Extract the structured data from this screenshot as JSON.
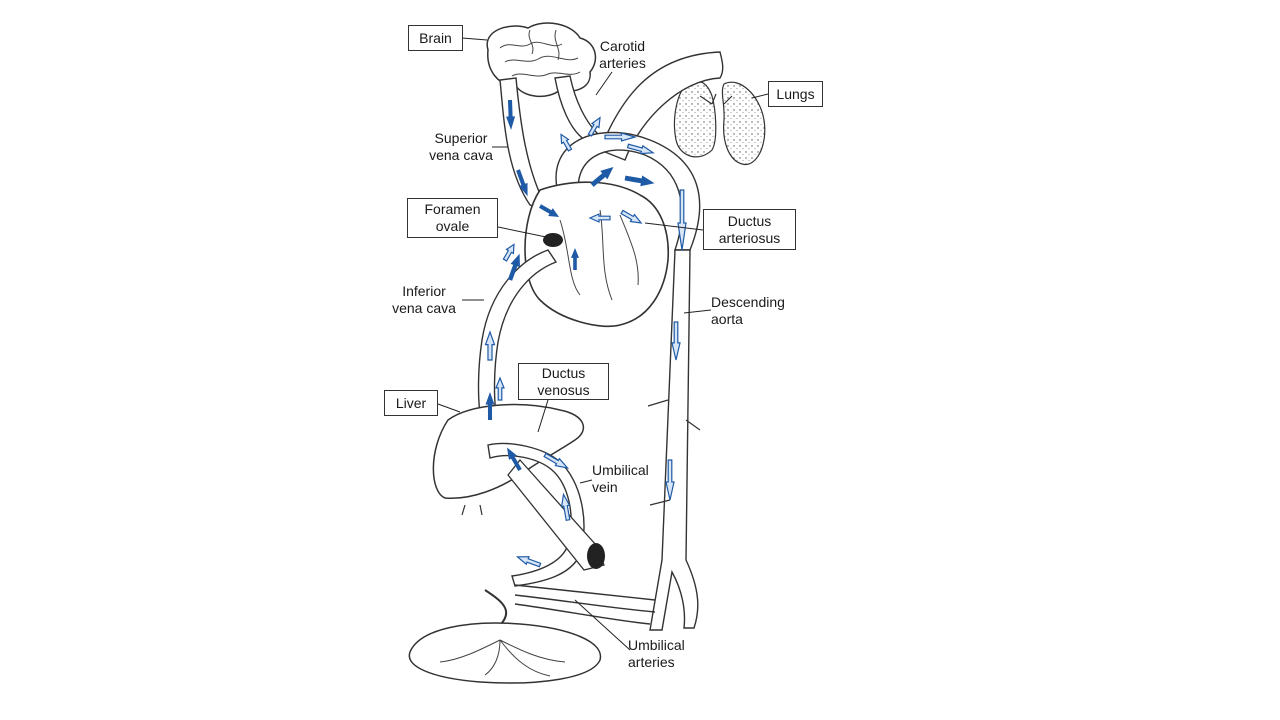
{
  "labels": {
    "brain": "Brain",
    "carotid_arteries": "Carotid\narteries",
    "lungs": "Lungs",
    "superior_vena_cava": "Superior\nvena cava",
    "foramen_ovale": "Foramen\novale",
    "ductus_arteriosus": "Ductus\narteriosus",
    "inferior_vena_cava": "Inferior\nvena cava",
    "descending_aorta": "Descending\naorta",
    "ductus_venosus": "Ductus\nvenosus",
    "liver": "Liver",
    "umbilical_vein": "Umbilical\nvein",
    "umbilical_arteries": "Umbilical\narteries"
  },
  "colors": {
    "oxygenated_flow": "#1f5aa6",
    "mixed_flow": "#6fa0d8",
    "vessel_outline": "#333333",
    "organ_fill": "#ffffff"
  }
}
